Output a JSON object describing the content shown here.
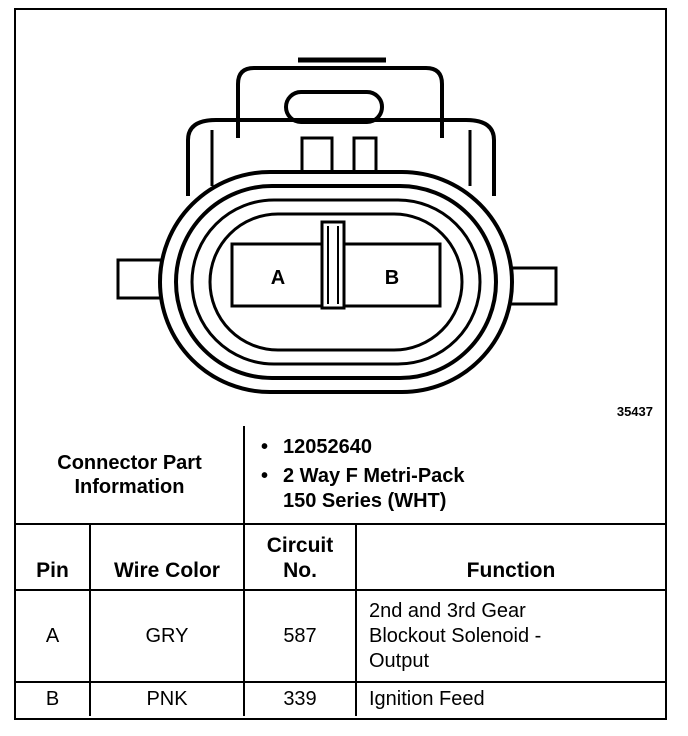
{
  "figure_number": "35437",
  "connector": {
    "pin_labels": [
      "A",
      "B"
    ]
  },
  "part_info": {
    "label_line1": "Connector Part",
    "label_line2": "Information",
    "bullet": "•",
    "part_number": "12052640",
    "description_line1": "2 Way F Metri-Pack",
    "description_line2": "150 Series (WHT)"
  },
  "table": {
    "headers": {
      "pin": "Pin",
      "wire_color": "Wire Color",
      "circuit_line1": "Circuit",
      "circuit_line2": "No.",
      "function": "Function"
    },
    "rows": [
      {
        "pin": "A",
        "wire_color": "GRY",
        "circuit": "587",
        "function_lines": [
          "2nd and 3rd Gear",
          "Blockout Solenoid -",
          "Output"
        ]
      },
      {
        "pin": "B",
        "wire_color": "PNK",
        "circuit": "339",
        "function_lines": [
          "Ignition Feed"
        ]
      }
    ]
  }
}
